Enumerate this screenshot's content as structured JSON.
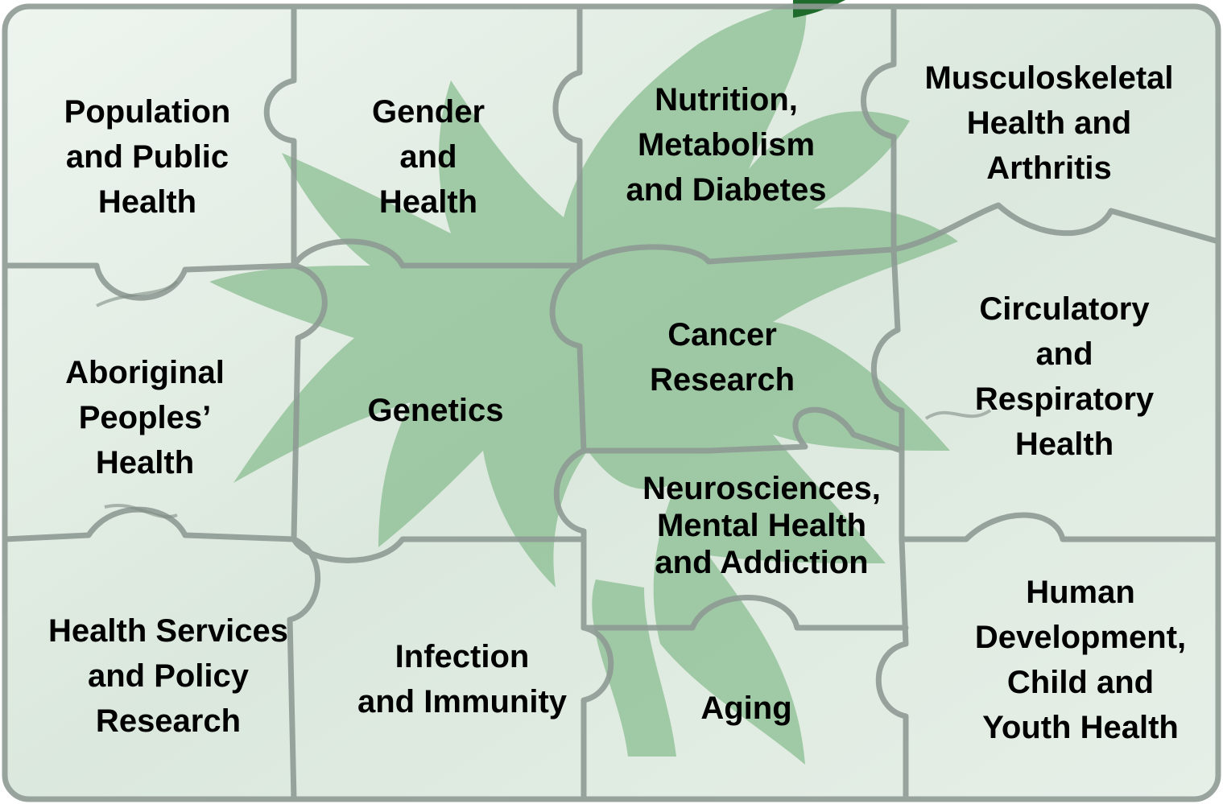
{
  "pieces": [
    {
      "id": "population",
      "text": "Population\nand Public\nHealth"
    },
    {
      "id": "gender",
      "text": "Gender\nand\nHealth"
    },
    {
      "id": "nutrition",
      "text": "Nutrition,\nMetabolism\nand Diabetes"
    },
    {
      "id": "musculoskeletal",
      "text": "Musculoskeletal\nHealth and\nArthritis"
    },
    {
      "id": "aboriginal",
      "text": "Aboriginal\nPeoples’\nHealth"
    },
    {
      "id": "genetics",
      "text": "Genetics"
    },
    {
      "id": "cancer",
      "text": "Cancer\nResearch"
    },
    {
      "id": "circulatory",
      "text": "Circulatory\nand\nRespiratory\nHealth"
    },
    {
      "id": "neurosciences",
      "text": "Neurosciences,\nMental Health\nand Addiction"
    },
    {
      "id": "health-services",
      "text": "Health Services\nand Policy\nResearch"
    },
    {
      "id": "infection",
      "text": "Infection\nand Immunity"
    },
    {
      "id": "aging",
      "text": "Aging"
    },
    {
      "id": "human-development",
      "text": "Human\nDevelopment,\nChild and\nYouth Health"
    }
  ],
  "colors": {
    "piece_fill": "#dde9df",
    "piece_outline": "#8f9b95",
    "leaf": "#86bb8e",
    "leaf_dark": "#1f6b2c"
  }
}
